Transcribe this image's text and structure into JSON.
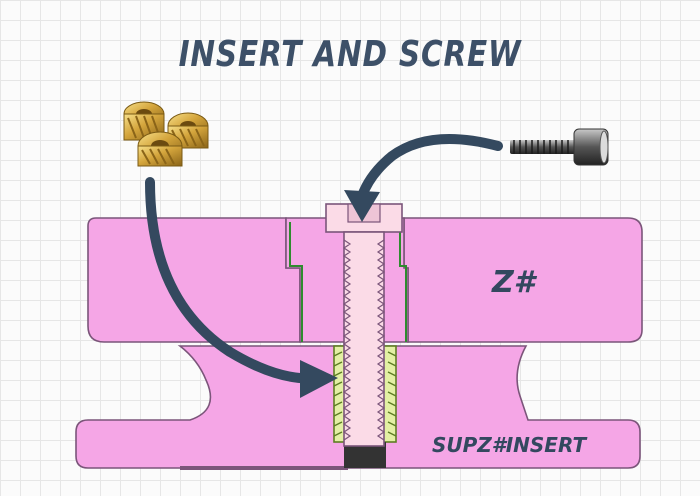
{
  "title": "INSERT AND SCREW",
  "label_top_part": "Z#",
  "label_bottom_part": "SUPZ#INSERT",
  "icons": {
    "insert_photo": "brass-heat-set-insert-icon",
    "screw_photo": "socket-head-screw-icon"
  },
  "colors": {
    "part_fill": "#f5a6e6",
    "part_stroke": "#7b557a",
    "insert_fill": "#e3f0a4",
    "screw_fill": "#fbdbe7",
    "arrow": "#34495f",
    "title": "#3d5068"
  }
}
